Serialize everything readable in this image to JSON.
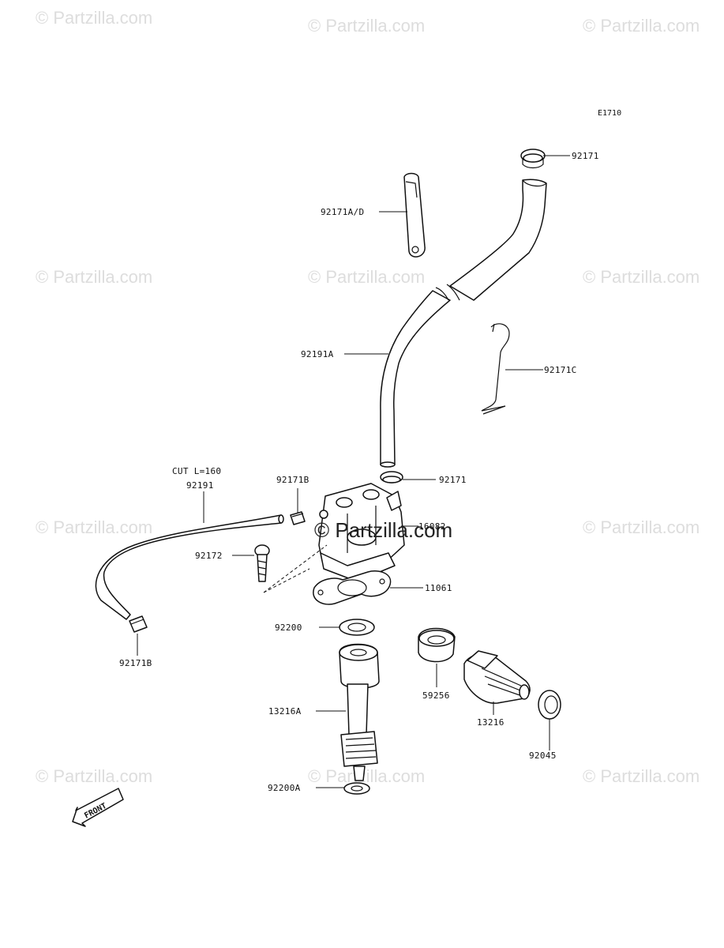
{
  "diagram_code": "E1710",
  "watermark": "© Partzilla.com",
  "center_watermark": "© Partzilla.com",
  "front_label": "FRONT",
  "labels": {
    "p92171_top": "92171",
    "p92171AD": "92171A/D",
    "p92191A": "92191A",
    "p92171C": "92171C",
    "cut_note": "CUT L=160",
    "p92191": "92191",
    "p92171B_top": "92171B",
    "p92171_mid": "92171",
    "p16082": "16082",
    "p92172": "92172",
    "p11061": "11061",
    "p92200": "92200",
    "p92171B_bottom": "92171B",
    "p59256": "59256",
    "p13216A": "13216A",
    "p13216": "13216",
    "p92045": "92045",
    "p92200A": "92200A"
  }
}
